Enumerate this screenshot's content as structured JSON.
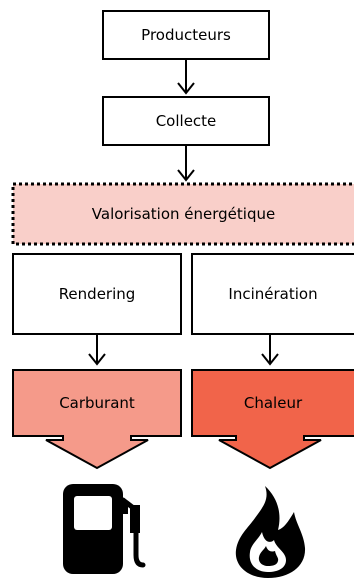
{
  "nodes": {
    "producteurs": "Producteurs",
    "collecte": "Collecte",
    "valorisation": "Valorisation énergétique",
    "rendering": "Rendering",
    "incineration": "Incinération",
    "carburant": "Carburant",
    "chaleur": "Chaleur"
  },
  "colors": {
    "valorisation_fill": "#f9cfc9",
    "carburant_fill": "#f59a8a",
    "chaleur_fill": "#f1644a",
    "stroke": "#000000"
  },
  "icons": {
    "left": "fuel-pump-icon",
    "right": "flame-icon"
  }
}
